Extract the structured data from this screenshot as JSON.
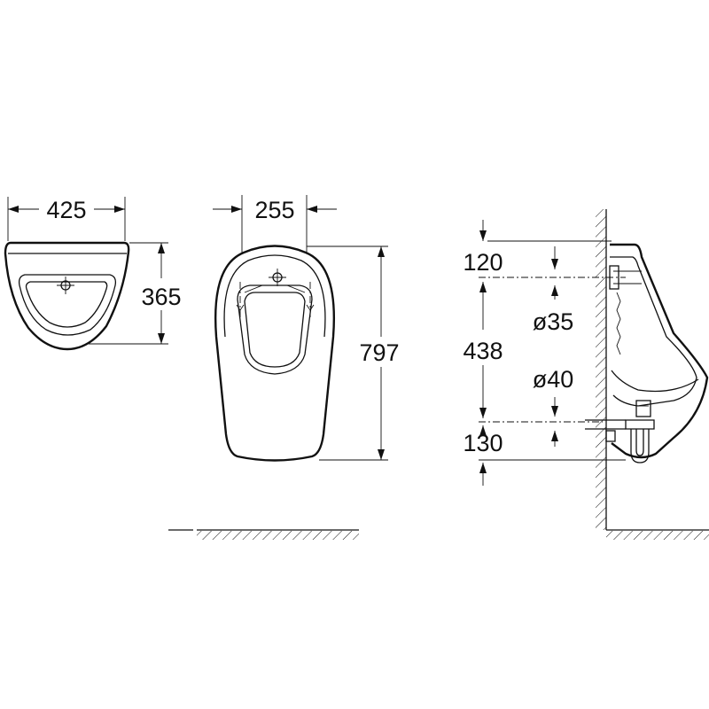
{
  "top_view": {
    "width_label": "425",
    "depth_label": "365"
  },
  "front_view": {
    "width_label": "255",
    "height_label": "797"
  },
  "side_view": {
    "top_offset_label": "120",
    "inlet_diameter_label": "ø35",
    "mid_height_label": "438",
    "outlet_diameter_label": "ø40",
    "bottom_offset_label": "130"
  },
  "colors": {
    "line": "#111111",
    "background": "#ffffff"
  }
}
